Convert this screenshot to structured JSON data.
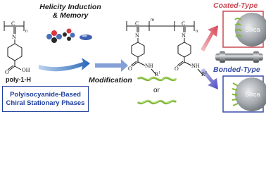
{
  "titles": {
    "helicity_line1": "Helicity Induction",
    "helicity_line2": "& Memory",
    "modification": "Modification",
    "coated": "Coated-Type",
    "bonded": "Bonded-Type"
  },
  "labels": {
    "polymer": "poly-1-H",
    "stationary_line1": "Polyisocyanide-Based",
    "stationary_line2": "Chiral Stationary Phases",
    "or": "or",
    "silica": "Silica"
  },
  "chem": {
    "c_left": "C",
    "n_left": "N",
    "sub_n": "n",
    "sub_m": "m",
    "oh": "OH",
    "o": "O",
    "nh": "NH",
    "r1": "R",
    "r1_sup": "1",
    "r2": "R",
    "r2_sup": "2"
  },
  "colors": {
    "coated": "#c94a55",
    "bonded": "#3a4ea8",
    "box_border": "#1e3f9e",
    "helix": "#7fb83a",
    "silica": "#9aa0a6"
  }
}
